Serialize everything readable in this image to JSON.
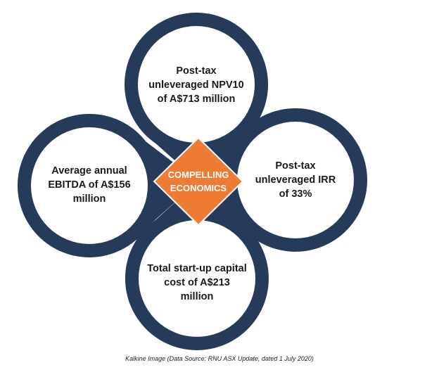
{
  "colors": {
    "ring": "#263a59",
    "center": "#ee7b34",
    "background": "#ffffff"
  },
  "nodes": {
    "top": {
      "lines": [
        "Post-tax",
        "unleveraged NPV10",
        "of A$713 million"
      ]
    },
    "left": {
      "lines": [
        "Average annual",
        "EBITDA of A$156",
        "million"
      ]
    },
    "right": {
      "lines": [
        "Post-tax",
        "unleveraged IRR",
        "of 33%"
      ]
    },
    "bottom": {
      "lines": [
        "Total start-up capital",
        "cost of A$213",
        "million"
      ]
    }
  },
  "center": {
    "lines": [
      "COMPELLING",
      "ECONOMICS"
    ]
  },
  "caption": "Kalkine Image (Data Source: RNU ASX Update, dated 1 July 2020)"
}
